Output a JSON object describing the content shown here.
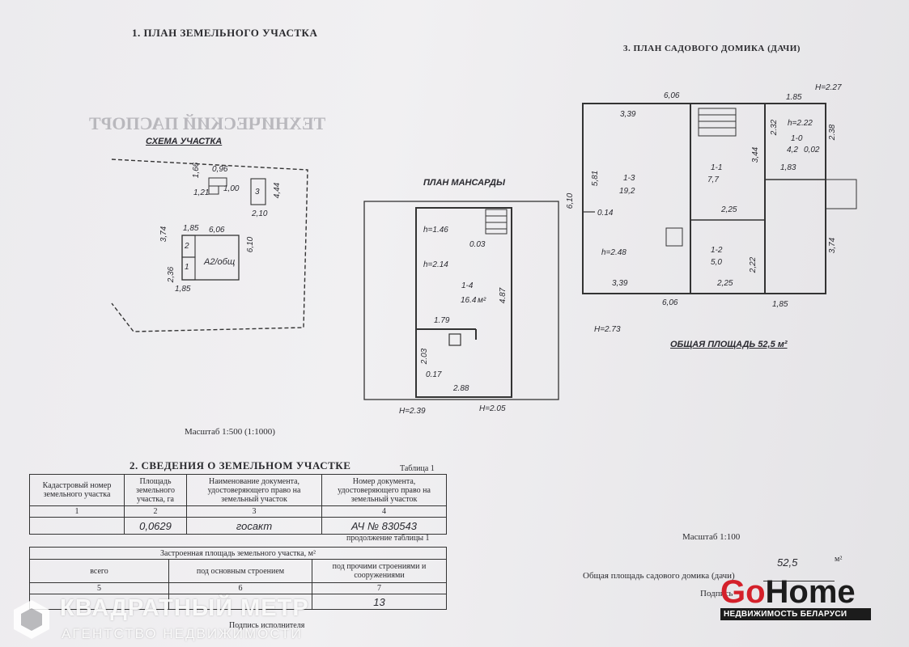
{
  "section1": {
    "title": "1. ПЛАН ЗЕМЕЛЬНОГО УЧАСТКА"
  },
  "scheme": {
    "title": "СХЕМА   УЧАСТКА",
    "dims": [
      "1,66",
      "0,96",
      "1,21",
      "1,00",
      "3",
      "4,44",
      "2,10",
      "3,74",
      "1,85",
      "6,06",
      "2",
      "6,10",
      "2,36",
      "1",
      "1,85"
    ],
    "house_label": "А2/общ"
  },
  "attic": {
    "title": "ПЛАН  МАНСАРДЫ",
    "dims": [
      "h=1.46",
      "0.03",
      "h=2.14",
      "1-4",
      "16.4",
      "м²",
      "4.87",
      "1.79",
      "2.03",
      "0.17",
      "2.88",
      "H=2.39",
      "H=2.05"
    ]
  },
  "scale1": "Масштаб 1:500 (1:1000)",
  "section3": {
    "title": "3. ПЛАН САДОВОГО ДОМИКА (ДАЧИ)"
  },
  "house": {
    "dims": [
      "6,06",
      "1.85",
      "H=2.27",
      "3,39",
      "2.32",
      "h=2.22",
      "2.38",
      "1-0",
      "4,2",
      "0,02",
      "5,81",
      "1-3",
      "19,2",
      "1-1",
      "7,7",
      "3,44",
      "1,83",
      "6,10",
      "0.14",
      "2,25",
      "h=2.48",
      "1-2",
      "5,0",
      "2,22",
      "3,74",
      "3,39",
      "2,25",
      "6,06",
      "1,85",
      "H=2.73"
    ],
    "total": "ОБЩАЯ  ПЛОЩАДЬ 52,5 м²"
  },
  "scale2": "Масштаб 1:100",
  "section2": {
    "title": "2. СВЕДЕНИЯ О ЗЕМЕЛЬНОМ УЧАСТКЕ",
    "table_label": "Таблица 1"
  },
  "table1": {
    "headers": [
      "Кадастровый номер земельного участка",
      "Площадь земельного участка, га",
      "Наименование документа, удостоверяющего право на земельный участок",
      "Номер документа, удостоверяющего право на земельный участок"
    ],
    "nums": [
      "1",
      "2",
      "3",
      "4"
    ],
    "values": [
      "",
      "0,0629",
      "госакт",
      "АЧ № 830543"
    ]
  },
  "table2": {
    "continuation": "продолжение таблицы 1",
    "title": "Застроенная площадь земельного участка, м²",
    "headers": [
      "всего",
      "под основным строением",
      "под прочими строениями и сооружениями"
    ],
    "nums": [
      "5",
      "6",
      "7"
    ],
    "values": [
      "",
      "",
      "13"
    ]
  },
  "signature": "Подпись исполнителя",
  "total_area_line": {
    "label": "Общая площадь садового домика (дачи)",
    "value": "52,5",
    "unit": "м²"
  },
  "signature2": "Подпись",
  "watermark": {
    "line1": "КВАДРАТНЫЙ МЕТР",
    "line2": "АГЕНТСТВО НЕДВИЖИМОСТИ"
  },
  "brand": {
    "go": "Go",
    "home": "Home",
    "tagline": "НЕДВИЖИМОСТЬ БЕЛАРУСИ"
  }
}
